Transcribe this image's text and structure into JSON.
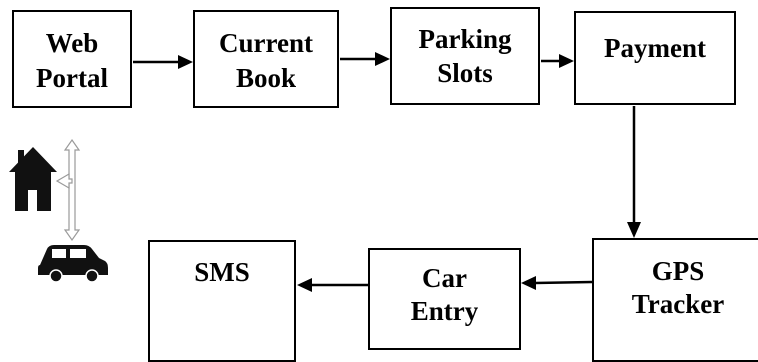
{
  "diagram": {
    "nodes": {
      "web_portal": {
        "line1": "Web",
        "line2": "Portal"
      },
      "current_book": {
        "line1": "Current",
        "line2": "Book"
      },
      "parking_slots": {
        "line1": "Parking",
        "line2": "Slots"
      },
      "payment": {
        "line1": "Payment"
      },
      "gps_tracker": {
        "line1": "GPS",
        "line2": "Tracker"
      },
      "car_entry": {
        "line1": "Car",
        "line2": "Entry"
      },
      "sms": {
        "line1": "SMS"
      }
    },
    "flow": [
      [
        "Web Portal",
        "Current Book"
      ],
      [
        "Current Book",
        "Parking Slots"
      ],
      [
        "Parking Slots",
        "Payment"
      ],
      [
        "Payment",
        "GPS Tracker"
      ],
      [
        "GPS Tracker",
        "Car Entry"
      ],
      [
        "Car Entry",
        "SMS"
      ]
    ],
    "icons": [
      "house-icon",
      "two-way-arrow-icon",
      "car-icon"
    ],
    "colors": {
      "stroke": "#000000",
      "background": "#ffffff",
      "icon": "#111111"
    }
  }
}
